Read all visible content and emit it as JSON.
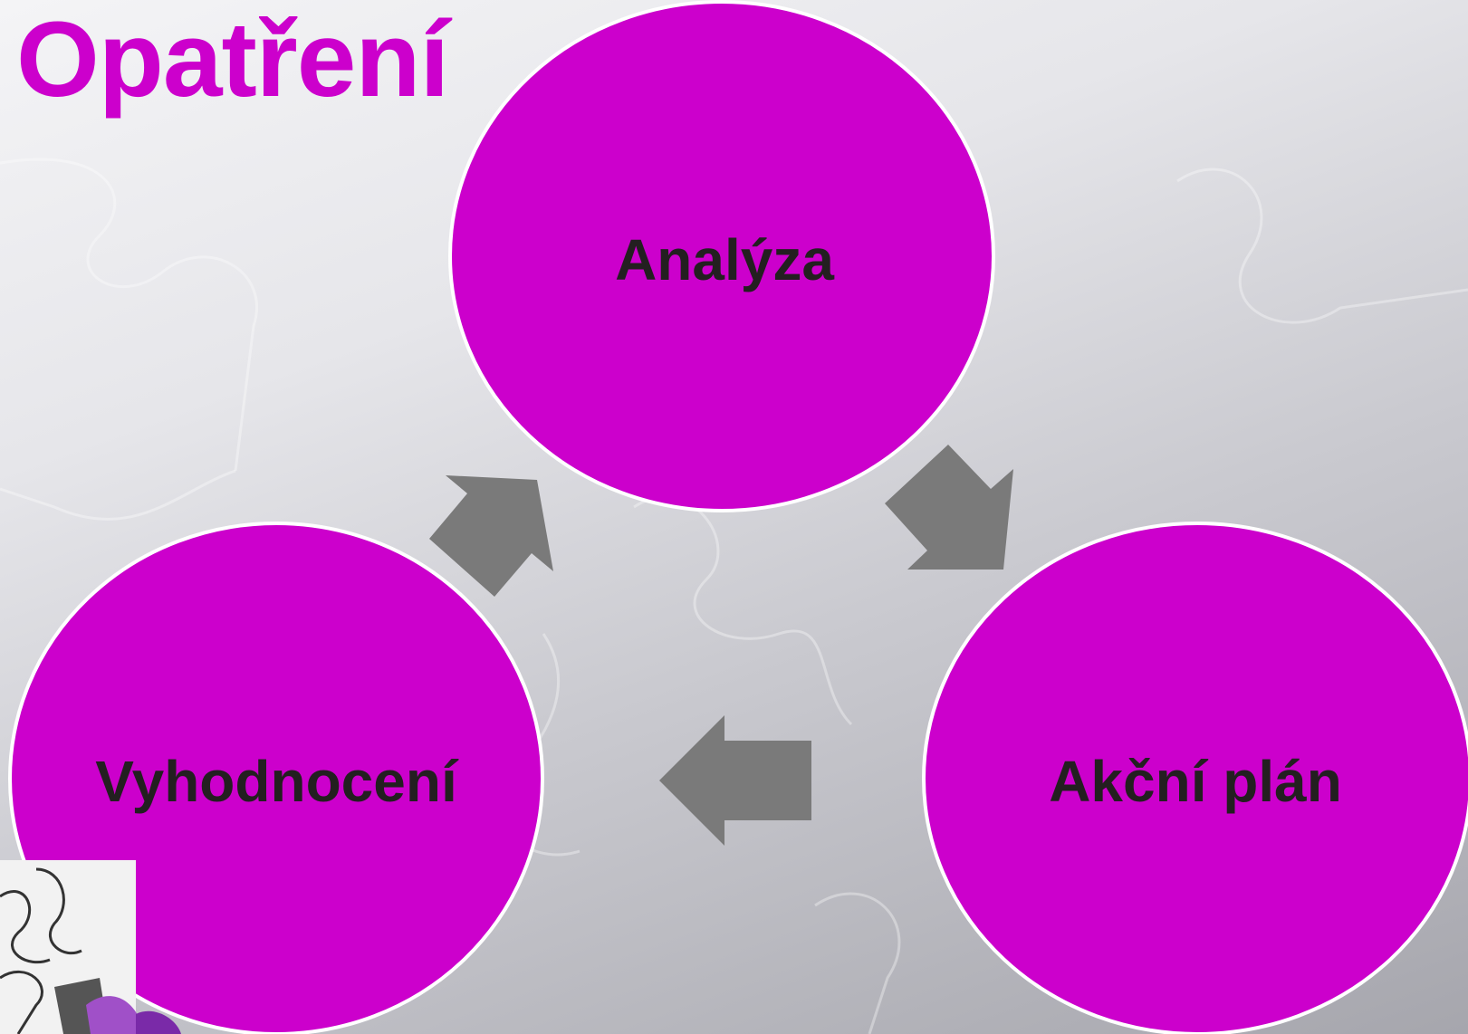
{
  "slide": {
    "title": "Opatření"
  },
  "cycle": {
    "nodes": [
      {
        "label": "Analýza"
      },
      {
        "label": "Akční plán"
      },
      {
        "label": "Vyhodnocení"
      }
    ]
  },
  "colors": {
    "title": "#cc00cc",
    "node_fill": "#cc00cc",
    "node_outline": "#ffffff",
    "node_text": "#231f20",
    "arrow": "#7a7a7a"
  },
  "decorations": {
    "background_pattern": "puzzle-pieces",
    "corner_image": "puzzle-cluster-image"
  }
}
